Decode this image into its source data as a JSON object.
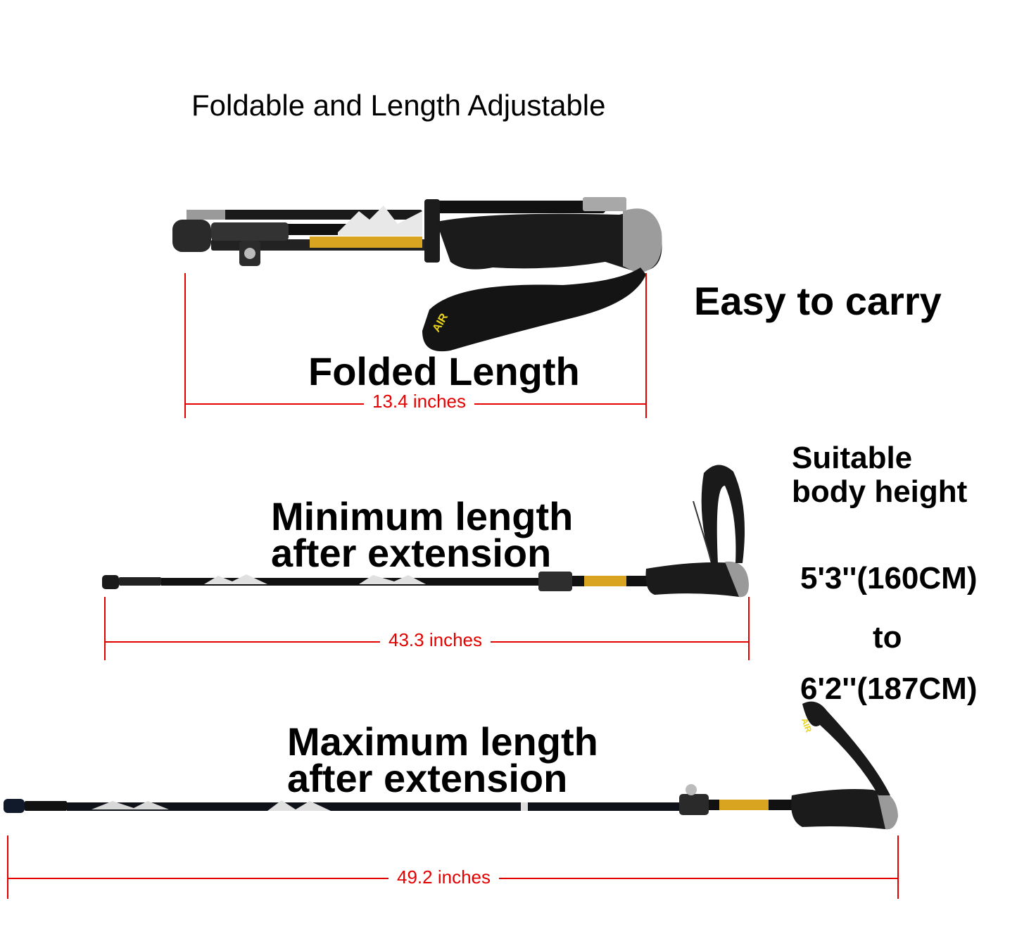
{
  "header": {
    "title": "Foldable and Length Adjustable"
  },
  "folded": {
    "label": "Folded Length",
    "measurement": "13.4 inches",
    "feature": "Easy to carry"
  },
  "minimum": {
    "label_line1": "Minimum length",
    "label_line2": "after extension",
    "measurement": "43.3 inches"
  },
  "maximum": {
    "label_line1": "Maximum length",
    "label_line2": "after extension",
    "measurement": "49.2 inches"
  },
  "body_height": {
    "label_line1": "Suitable",
    "label_line2": "body height",
    "min": "5'3''(160CM)",
    "connector": "to",
    "max": "6'2''(187CM)"
  },
  "colors": {
    "measure_line": "#e50000",
    "pole": "#111111",
    "accent_gold": "#d9a520",
    "strap_logo": "#e8d21a"
  }
}
